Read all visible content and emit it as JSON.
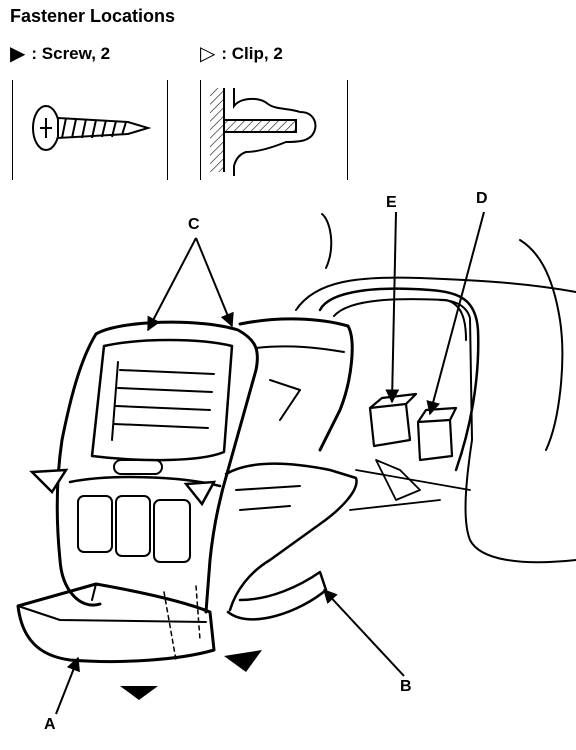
{
  "title": "Fastener Locations",
  "legend": {
    "screw": {
      "icon": "filled-triangle-icon",
      "label": ": Screw, 2"
    },
    "clip": {
      "icon": "outline-triangle-icon",
      "label": ": Clip, 2"
    }
  },
  "callouts": {
    "a": "A",
    "b": "B",
    "c": "C",
    "d": "D",
    "e": "E"
  }
}
